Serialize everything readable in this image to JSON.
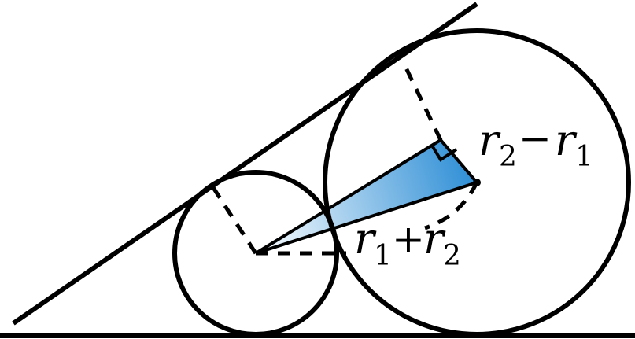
{
  "labels": {
    "difference": {
      "a": "r",
      "a_sub": "2",
      "op": "−",
      "b": "r",
      "b_sub": "1"
    },
    "sum": {
      "a": "r",
      "a_sub": "1",
      "op": "+",
      "b": "r",
      "b_sub": "2"
    }
  },
  "colors": {
    "stroke": "#000000",
    "fill_light": "#ffffff",
    "fill_dark": "#2f8fd6"
  }
}
